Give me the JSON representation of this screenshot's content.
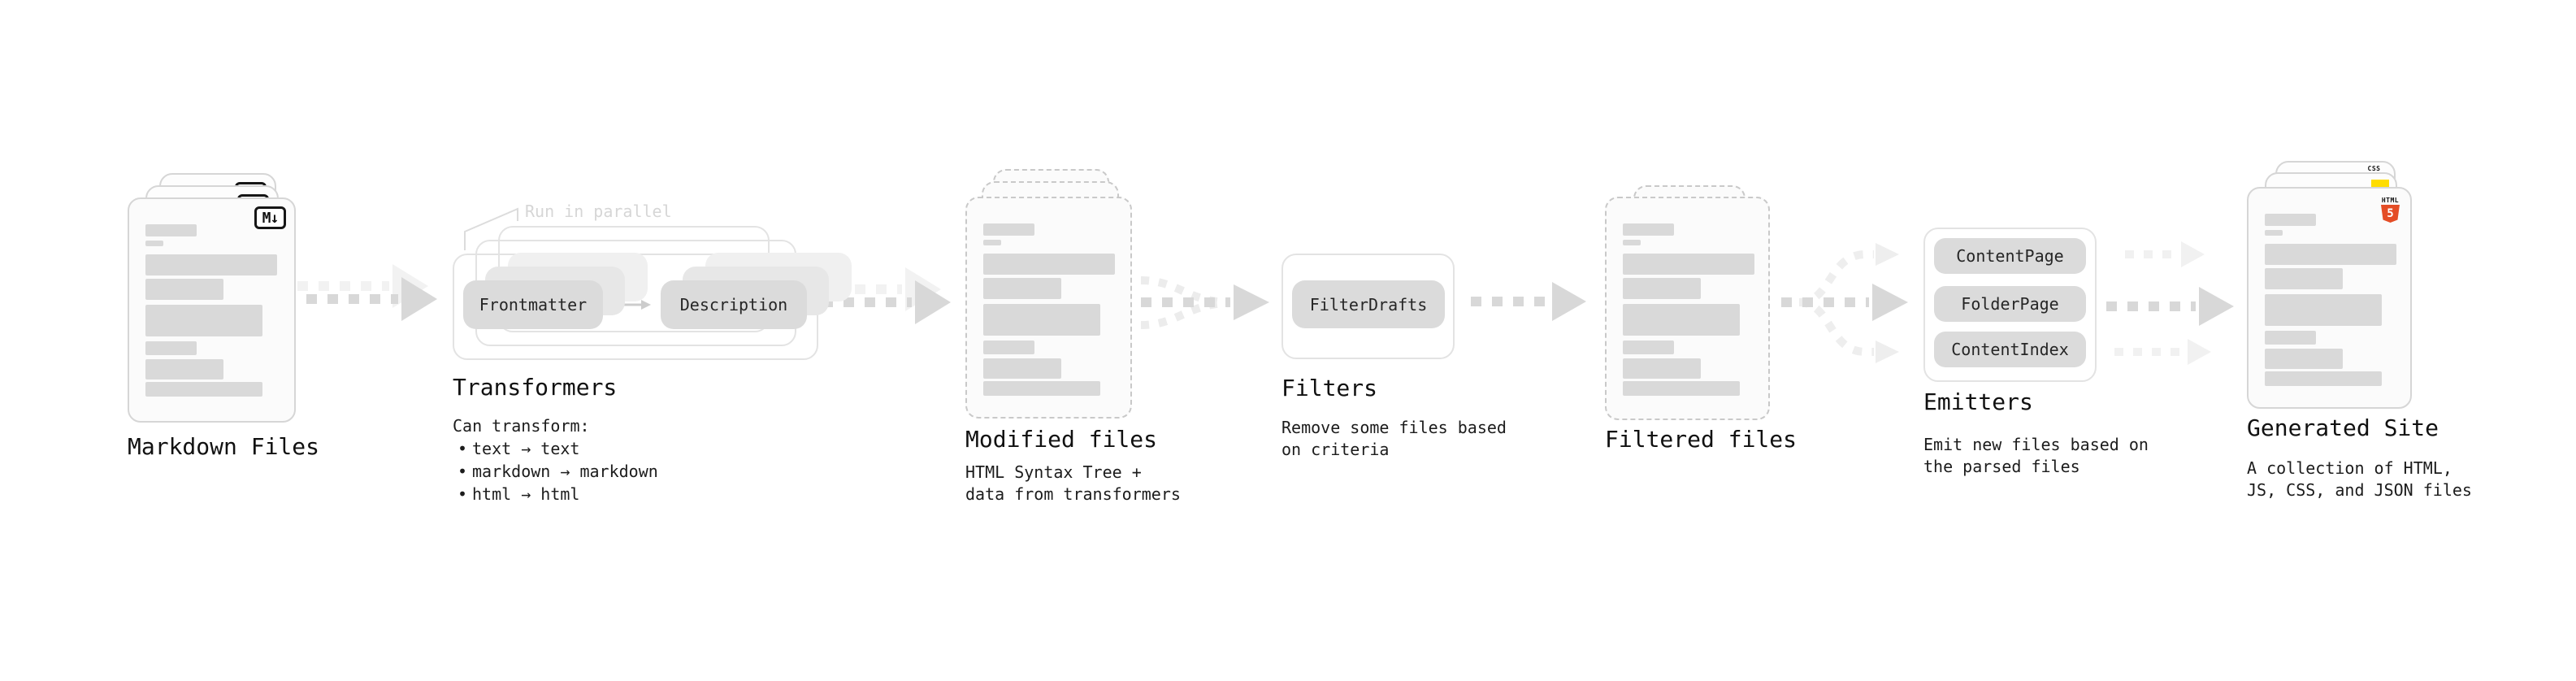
{
  "stages": {
    "markdown": {
      "label": "Markdown Files",
      "badge": "M↓"
    },
    "transformers": {
      "title": "Transformers",
      "callout": "Run in parallel",
      "pill_frontmatter": "Frontmatter",
      "pill_description": "Description",
      "note_heading": "Can transform:",
      "bullet_char": "•",
      "bullets": [
        "text → text",
        "markdown → markdown",
        "html → html"
      ]
    },
    "modified": {
      "title": "Modified files",
      "subtitle": [
        "HTML Syntax Tree +",
        "data from transformers"
      ]
    },
    "filters": {
      "title": "Filters",
      "pill": "FilterDrafts",
      "subtitle": [
        "Remove some files based",
        "on criteria"
      ]
    },
    "filtered": {
      "title": "Filtered files"
    },
    "emitters": {
      "title": "Emitters",
      "pills": [
        "ContentPage",
        "FolderPage",
        "ContentIndex"
      ],
      "subtitle": [
        "Emit new files based on",
        "the parsed files"
      ]
    },
    "generated": {
      "title": "Generated Site",
      "subtitle": [
        "A collection of HTML,",
        "JS, CSS, and JSON files"
      ],
      "html_badge_label": "HTML",
      "html_badge_number": "5",
      "css_badge_label": "CSS"
    }
  },
  "colors": {
    "html_orange": "#e44d26",
    "css_blue": "#2668e3",
    "js_yellow": "#ffdd00"
  }
}
